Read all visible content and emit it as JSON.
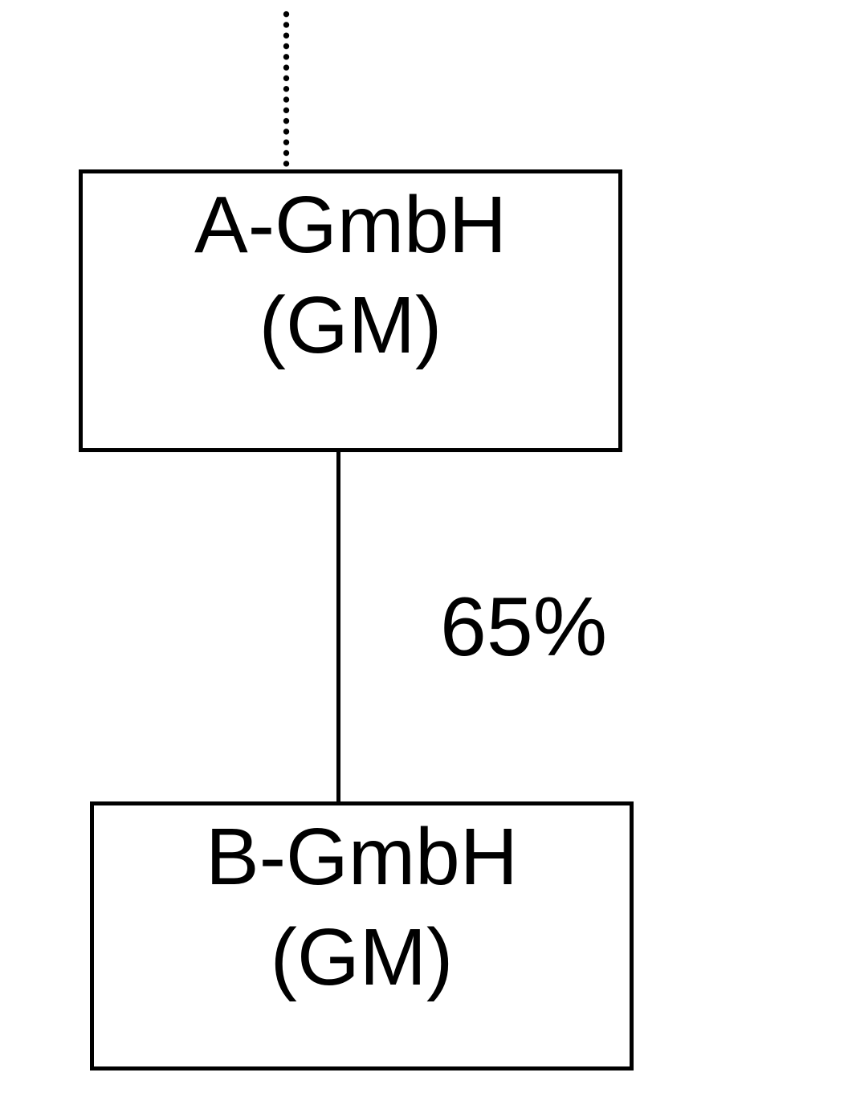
{
  "figure": {
    "type": "ownership-structure-diagram",
    "colors": {
      "background": "#ffffff",
      "stroke": "#000000",
      "text": "#000000"
    },
    "nodes": [
      {
        "id": "A",
        "line1": "A-GmbH",
        "line2": "(GM)"
      },
      {
        "id": "B",
        "line1": "B-GmbH",
        "line2": "(GM)"
      }
    ],
    "edges": [
      {
        "from": "off-canvas-top",
        "to": "A",
        "style": "dotted",
        "label": ""
      },
      {
        "from": "A",
        "to": "B",
        "style": "solid",
        "label": "65%"
      }
    ]
  }
}
